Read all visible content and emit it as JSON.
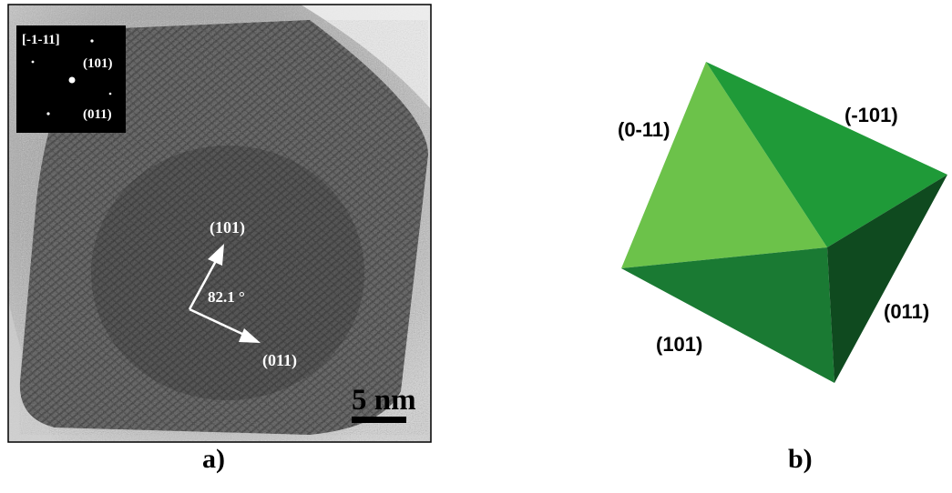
{
  "panel_a": {
    "zone_axis": "[-1-11]",
    "inset_label_1": "(101)",
    "inset_label_2": "(011)",
    "arrow_label_1": "(101)",
    "arrow_label_2": "(011)",
    "angle": "82.1 °",
    "scale_bar": "5 nm",
    "caption": "a)"
  },
  "panel_b": {
    "face_top_left": "(0-11)",
    "face_top_right": "(-101)",
    "face_bottom_left": "(101)",
    "face_bottom_right": "(011)",
    "caption": "b)"
  },
  "colors": {
    "octahedron_light": "#6cc24a",
    "octahedron_mid": "#1f9a38",
    "octahedron_dark": "#14622a",
    "octahedron_darkest": "#0d3f1a"
  }
}
